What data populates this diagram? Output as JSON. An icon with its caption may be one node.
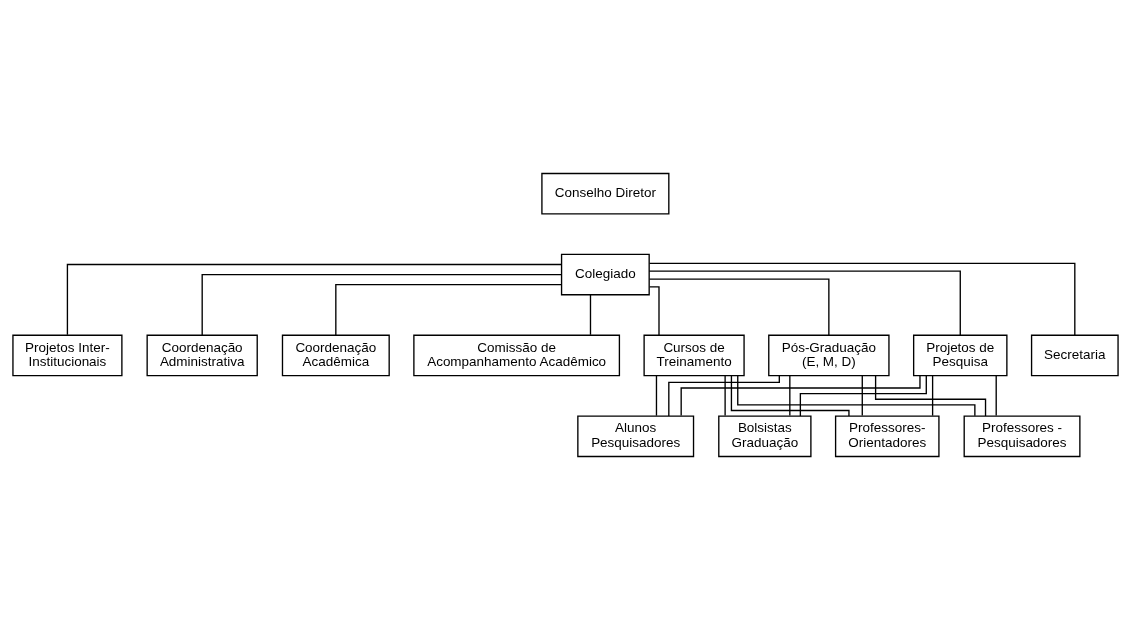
{
  "diagram": {
    "nodes": [
      {
        "text": [
          "Conselho Diretor"
        ]
      },
      {
        "text": [
          "Colegiado"
        ]
      },
      {
        "text": [
          "Projetos Inter- Institucionais"
        ]
      },
      {
        "text": [
          "Coordenação Administrativa"
        ]
      },
      {
        "text": [
          "Coordenação Acadêmica"
        ]
      },
      {
        "text": [
          "Comissão de Acompanhamento Acadêmico"
        ]
      },
      {
        "text": [
          "Cursos de Treinamento"
        ]
      },
      {
        "text": [
          "Pós-Graduação (E, M, D)"
        ]
      },
      {
        "text": [
          "Projetos de Pesquisa"
        ]
      },
      {
        "text": [
          "Secretaria"
        ]
      },
      {
        "text": [
          "Professores- Orientadores"
        ]
      },
      {
        "text": [
          "Professores - Pesquisadores"
        ]
      },
      {
        "text": [
          "Alunos Pesquisadores"
        ]
      },
      {
        "text": [
          "Bolsistas Graduação"
        ]
      }
    ],
    "edges": [
      {
        "from": 1,
        "to": 2,
        "arrow": "none"
      },
      {
        "from": 1,
        "to": 3,
        "arrow": "none"
      },
      {
        "from": 1,
        "to": 4,
        "arrow": "none"
      },
      {
        "from": 1,
        "to": 5,
        "arrow": "none"
      },
      {
        "from": 1,
        "to": 6,
        "arrow": "none"
      },
      {
        "from": 1,
        "to": 7,
        "arrow": "none"
      },
      {
        "from": 1,
        "to": 8,
        "arrow": "none"
      },
      {
        "from": 1,
        "to": 9,
        "arrow": "none"
      },
      {
        "from": 6,
        "to": 10,
        "arrow": "none"
      },
      {
        "from": 6,
        "to": 11,
        "arrow": "none"
      },
      {
        "from": 6,
        "to": 12,
        "arrow": "none"
      },
      {
        "from": 6,
        "to": 13,
        "arrow": "none"
      },
      {
        "from": 7,
        "to": 10,
        "arrow": "none"
      },
      {
        "from": 7,
        "to": 11,
        "arrow": "none"
      },
      {
        "from": 7,
        "to": 12,
        "arrow": "none"
      },
      {
        "from": 7,
        "to": 13,
        "arrow": "none"
      },
      {
        "from": 8,
        "to": 10,
        "arrow": "none"
      },
      {
        "from": 8,
        "to": 11,
        "arrow": "none"
      },
      {
        "from": 8,
        "to": 12,
        "arrow": "none"
      },
      {
        "from": 8,
        "to": 13,
        "arrow": "none"
      }
    ]
  }
}
